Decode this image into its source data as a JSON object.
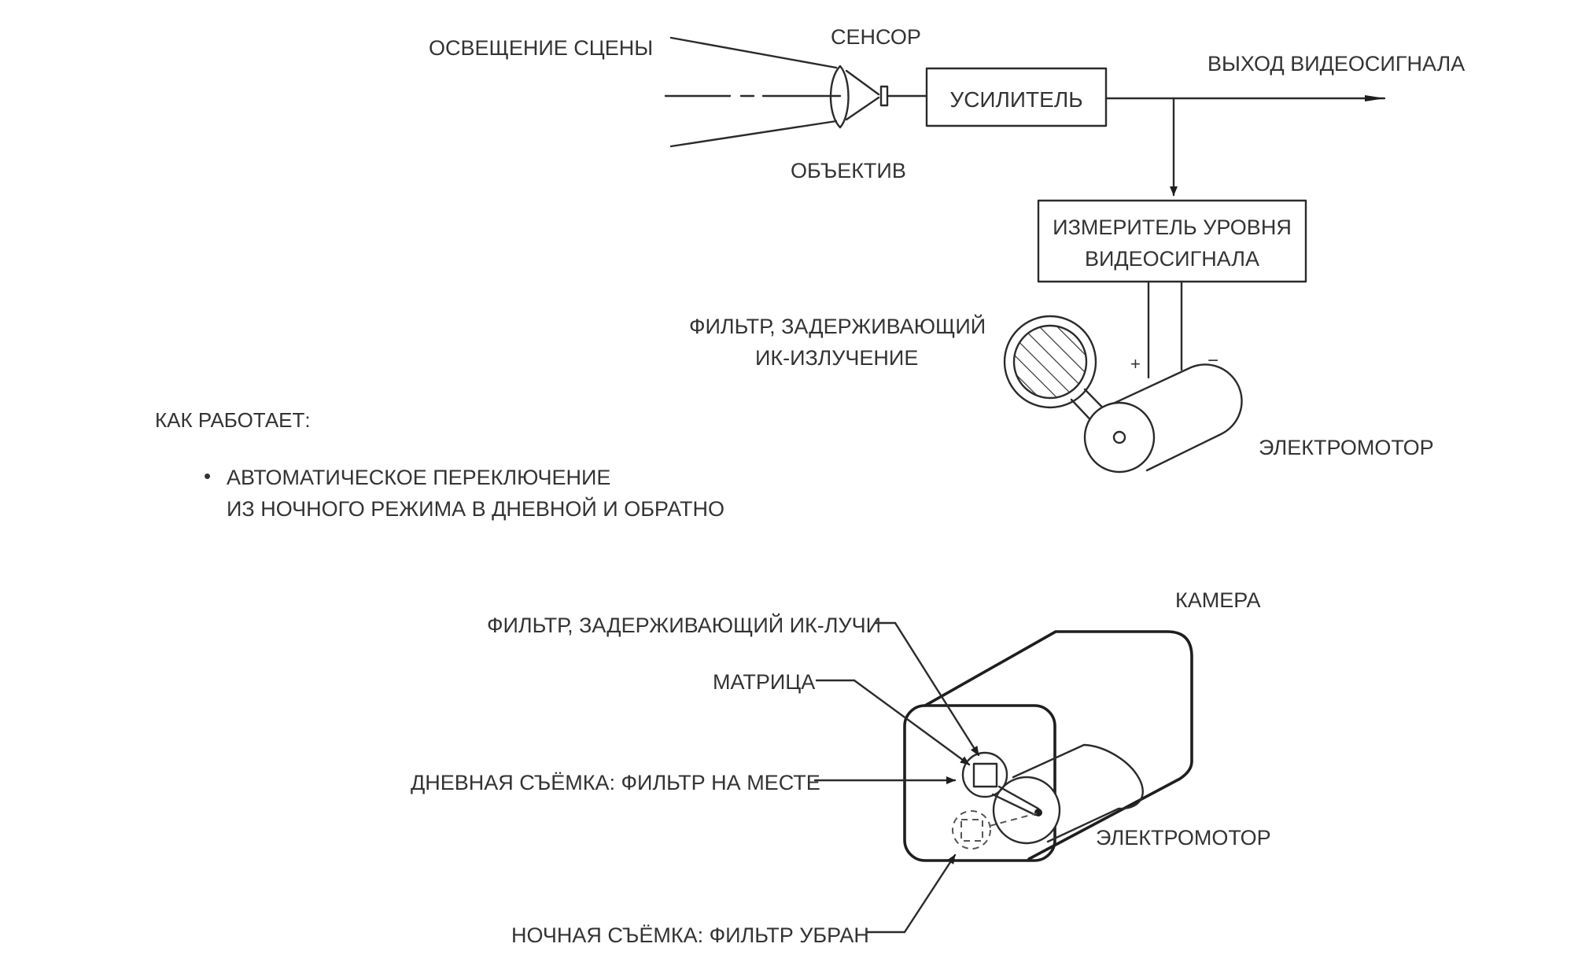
{
  "top_diagram": {
    "scene_illumination": "ОСВЕЩЕНИЕ СЦЕНЫ",
    "sensor": "СЕНСОР",
    "lens": "ОБЪЕКТИВ",
    "amplifier": "УСИЛИТЕЛЬ",
    "video_output": "ВЫХОД ВИДЕОСИГНАЛА",
    "level_meter_line1": "ИЗМЕРИТЕЛЬ УРОВНЯ",
    "level_meter_line2": "ВИДЕОСИГНАЛА",
    "ir_filter_line1": "ФИЛЬТР, ЗАДЕРЖИВАЮЩИЙ",
    "ir_filter_line2": "ИК-ИЗЛУЧЕНИЕ",
    "plus": "+",
    "minus": "−",
    "motor": "ЭЛЕКТРОМОТОР"
  },
  "how_it_works": {
    "heading": "КАК РАБОТАЕТ:",
    "bullet_symbol": "•",
    "bullet_line1": "АВТОМАТИЧЕСКОЕ ПЕРЕКЛЮЧЕНИЕ",
    "bullet_line2": "ИЗ НОЧНОГО РЕЖИМА В ДНЕВНОЙ И ОБРАТНО"
  },
  "camera_diagram": {
    "camera": "КАМЕРА",
    "ir_cut_filter": "ФИЛЬТР, ЗАДЕРЖИВАЮЩИЙ ИК-ЛУЧИ",
    "matrix": "МАТРИЦА",
    "day_mode": "ДНЕВНАЯ СЪЁМКА: ФИЛЬТР НА МЕСТЕ",
    "motor": "ЭЛЕКТРОМОТОР",
    "night_mode": "НОЧНАЯ СЪЁМКА: ФИЛЬТР УБРАН"
  }
}
